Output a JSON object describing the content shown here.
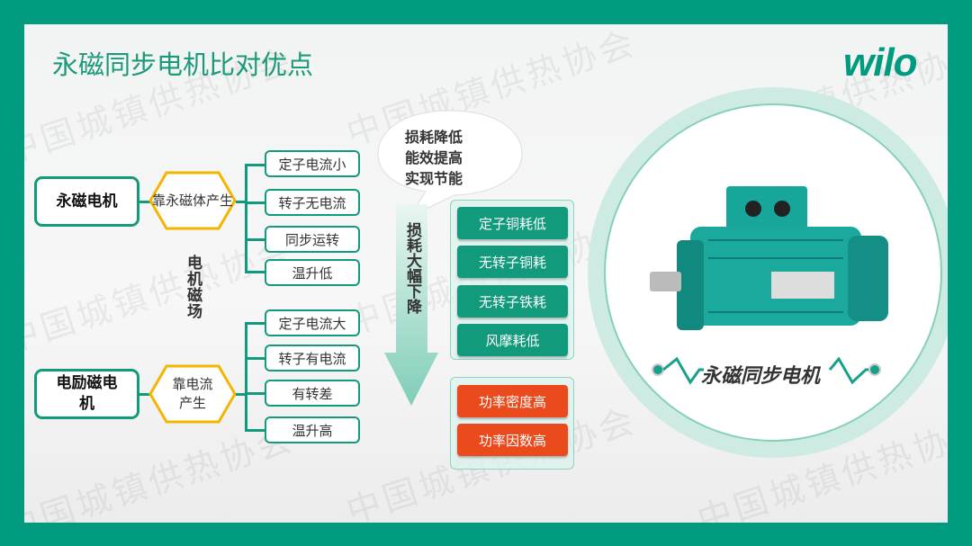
{
  "title": "永磁同步电机比对优点",
  "logo": "wilo",
  "watermark": "中国城镇供热协会",
  "pm_motor": {
    "label": "永磁电机",
    "source": "靠永磁体产生",
    "features": [
      "定子电流小",
      "转子无电流",
      "同步运转",
      "温升低"
    ]
  },
  "ee_motor": {
    "label": "电励磁电机",
    "source": "靠电流产生",
    "features": [
      "定子电流大",
      "转子有电流",
      "有转差",
      "温升高"
    ]
  },
  "field_label": "电机磁场",
  "bubble": [
    "损耗降低",
    "能效提高",
    "实现节能"
  ],
  "arrow_label": "损耗大幅下降",
  "loss_items": [
    "定子铜耗低",
    "无转子铜耗",
    "无转子铁耗",
    "风摩耗低"
  ],
  "benefit_items": [
    "功率密度高",
    "功率因数高"
  ],
  "product_banner": "永磁同步电机",
  "colors": {
    "teal": "#009a7e",
    "orange": "#f5b400",
    "red": "#ea4a1c"
  }
}
